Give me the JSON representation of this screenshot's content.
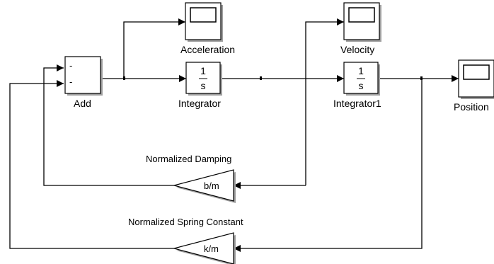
{
  "blocks": {
    "add": {
      "label": "Add",
      "port1": "-",
      "port2": "-"
    },
    "integrator": {
      "label": "Integrator",
      "numerator": "1",
      "denominator": "s"
    },
    "integrator1": {
      "label": "Integrator1",
      "numerator": "1",
      "denominator": "s"
    },
    "acceleration": {
      "label": "Acceleration"
    },
    "velocity": {
      "label": "Velocity"
    },
    "position": {
      "label": "Position"
    },
    "damping_gain": {
      "label": "Normalized Damping",
      "value": "b/m"
    },
    "spring_gain": {
      "label": "Normalized Spring Constant",
      "value": "k/m"
    }
  },
  "colors": {
    "line": "#000000",
    "block_fill": "#ffffff",
    "shadow": "#a0a0a0"
  }
}
